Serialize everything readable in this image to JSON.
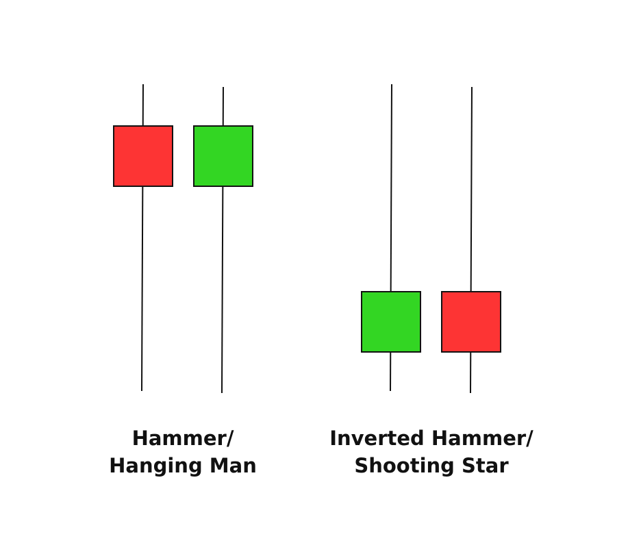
{
  "colors": {
    "bearish": "#fd3434",
    "bullish": "#33d623",
    "outline": "#111111"
  },
  "groups": [
    {
      "name": "hammer-hanging-man",
      "caption_lines": [
        "Hammer/",
        "Hanging Man"
      ],
      "candles": [
        {
          "color": "bearish"
        },
        {
          "color": "bullish"
        }
      ]
    },
    {
      "name": "inverted-hammer-shooting-star",
      "caption_lines": [
        "Inverted Hammer/",
        "Shooting Star"
      ],
      "candles": [
        {
          "color": "bullish"
        },
        {
          "color": "bearish"
        }
      ]
    }
  ]
}
